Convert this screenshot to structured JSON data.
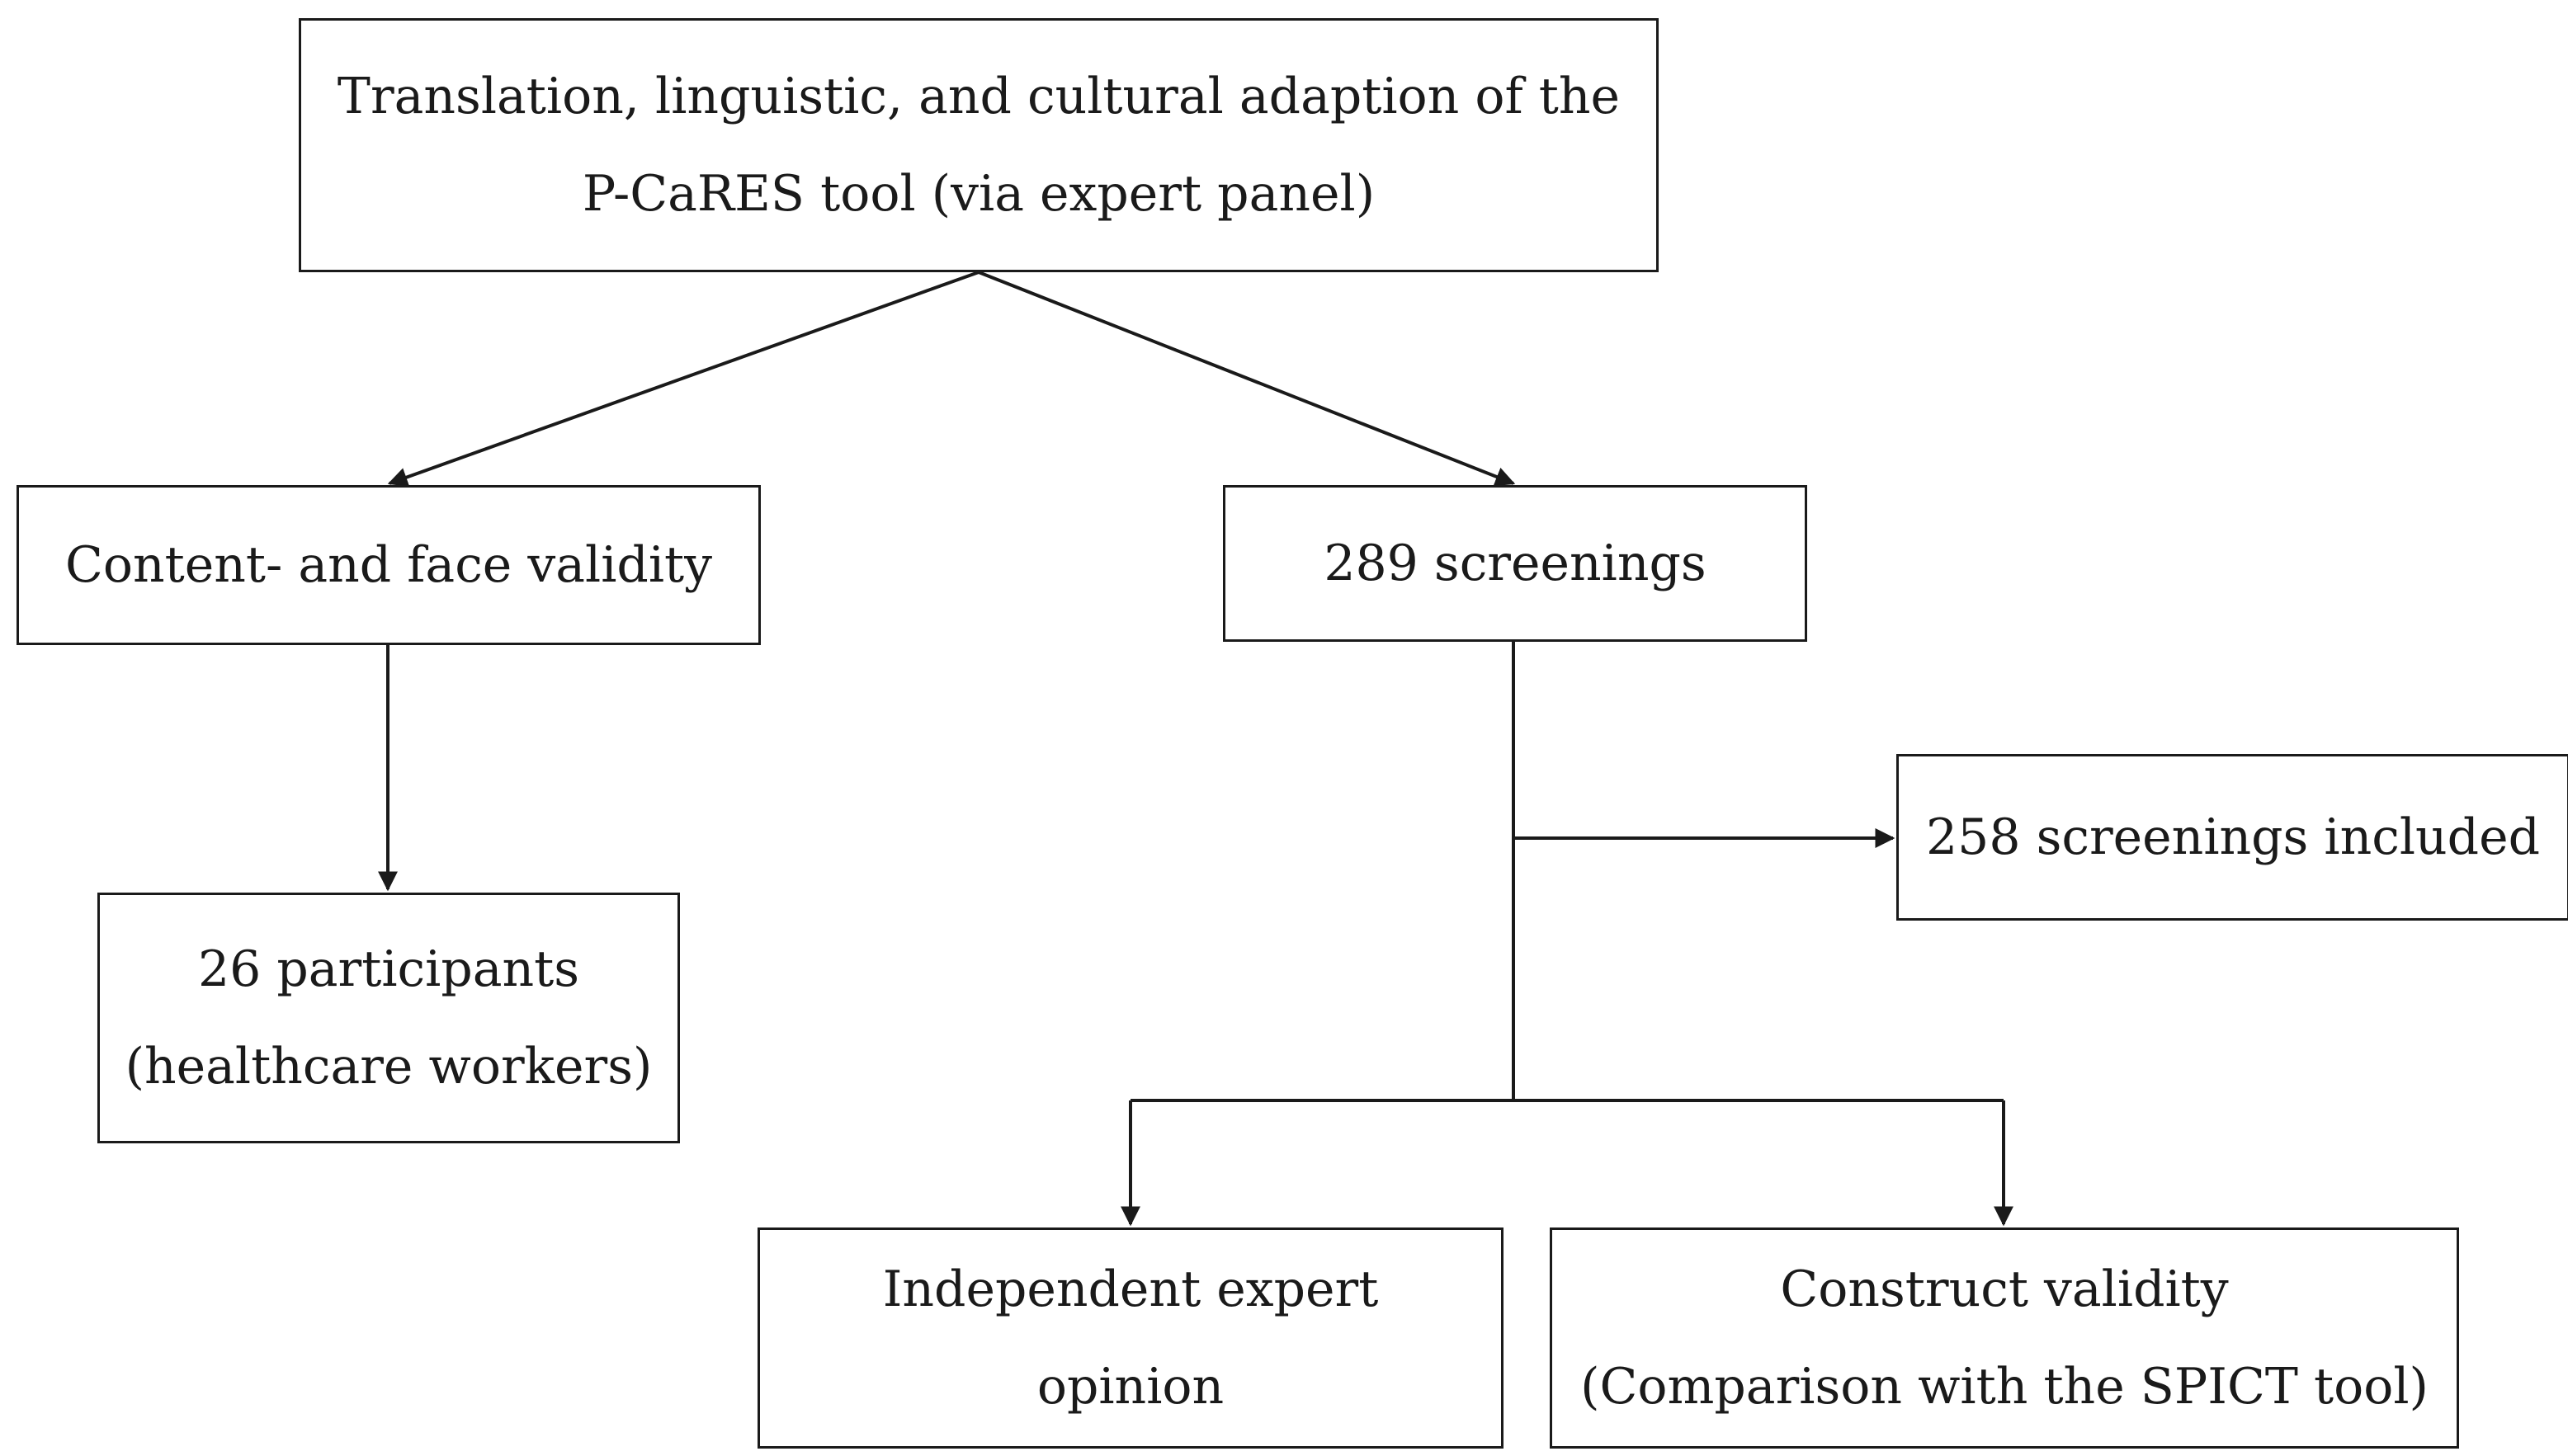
{
  "nodes": {
    "top": {
      "line1": "Translation, linguistic, and cultural adaption of the",
      "line2": "P-CaRES tool (via expert panel)"
    },
    "content_validity": {
      "text": "Content- and face validity"
    },
    "screenings": {
      "text": "289 screenings"
    },
    "included": {
      "text": "258 screenings included"
    },
    "participants": {
      "line1": "26 participants",
      "line2": "(healthcare workers)"
    },
    "expert_opinion": {
      "line1": "Independent expert",
      "line2": "opinion"
    },
    "construct_validity": {
      "line1": "Construct validity",
      "line2": "(Comparison with the SPICT tool)"
    }
  },
  "colors": {
    "line": "#1a1a1a",
    "background": "#ffffff"
  }
}
